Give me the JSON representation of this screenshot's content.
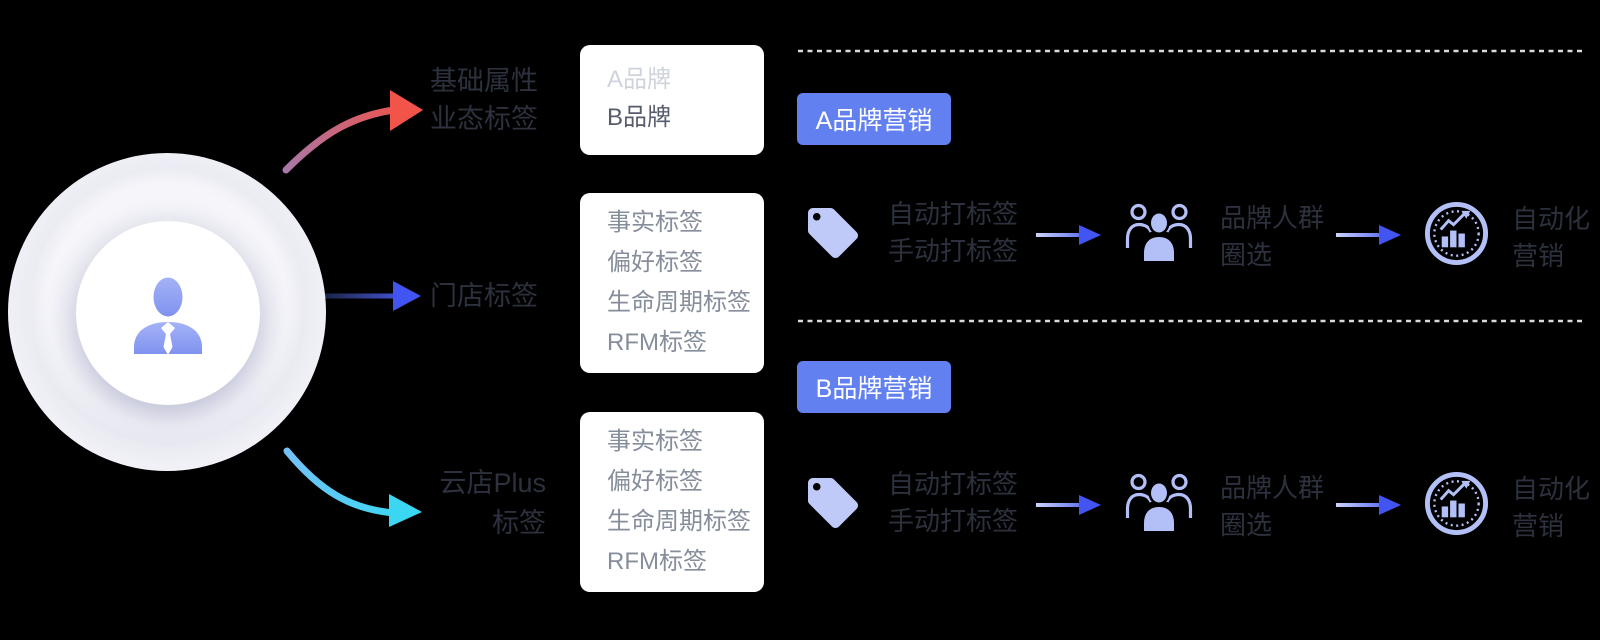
{
  "diagram_title": "customer-tagging-and-marketing-flow",
  "user": {
    "icon": "user-icon"
  },
  "source_labels": {
    "basic": {
      "line1": "基础属性",
      "line2": "业态标签"
    },
    "store": {
      "label": "门店标签"
    },
    "cloud": {
      "line1": "云店Plus",
      "line2": "标签"
    }
  },
  "brand_box": {
    "items": [
      {
        "text": "A品牌",
        "muted": true
      },
      {
        "text": "B品牌",
        "muted": false
      }
    ]
  },
  "store_tag_box": {
    "items": [
      "事实标签",
      "偏好标签",
      "生命周期标签",
      "RFM标签"
    ]
  },
  "cloud_tag_box": {
    "items": [
      "事实标签",
      "偏好标签",
      "生命周期标签",
      "RFM标签"
    ]
  },
  "section_a": {
    "button_label": "A品牌营销"
  },
  "section_b": {
    "button_label": "B品牌营销"
  },
  "flow": {
    "tagging": {
      "icon": "tag-icon",
      "line1": "自动打标签",
      "line2": "手动打标签"
    },
    "audience": {
      "icon": "people-group-icon",
      "line1": "品牌人群",
      "line2": "圈选"
    },
    "marketing": {
      "icon": "chart-growth-icon",
      "line1": "自动化",
      "line2": "营销"
    }
  },
  "colors": {
    "background": "#000000",
    "button_bg": "#6380f0",
    "icon_periwinkle": "#b3c0f7",
    "tag_icon": "#bfcaf8",
    "user_icon": "#8ea0f2",
    "arrow_red": "#f2544a",
    "arrow_blue": "#4254f1",
    "arrow_cyan": "#3bd7f2",
    "text_dark": "#2c313d",
    "text_gray": "#868d9b",
    "text_muted": "#ced3dc",
    "divider": "#dadada"
  }
}
